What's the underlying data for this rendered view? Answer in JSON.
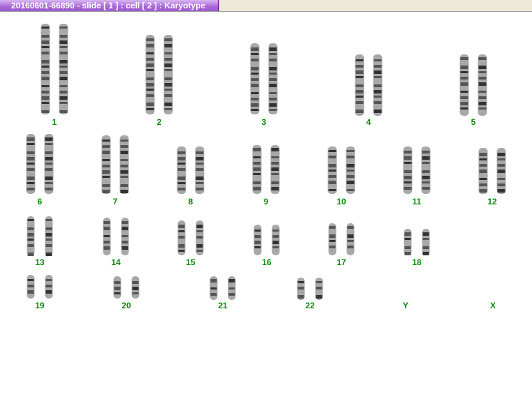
{
  "window": {
    "title": "20160601-66890 - slide [ 1 ] : cell [ 2 ] : Karyotype"
  },
  "karyotype": {
    "labels": [
      "1",
      "2",
      "3",
      "4",
      "5",
      "6",
      "7",
      "8",
      "9",
      "10",
      "11",
      "12",
      "13",
      "14",
      "15",
      "16",
      "17",
      "18",
      "19",
      "20",
      "21",
      "22",
      "Y",
      "X"
    ]
  }
}
